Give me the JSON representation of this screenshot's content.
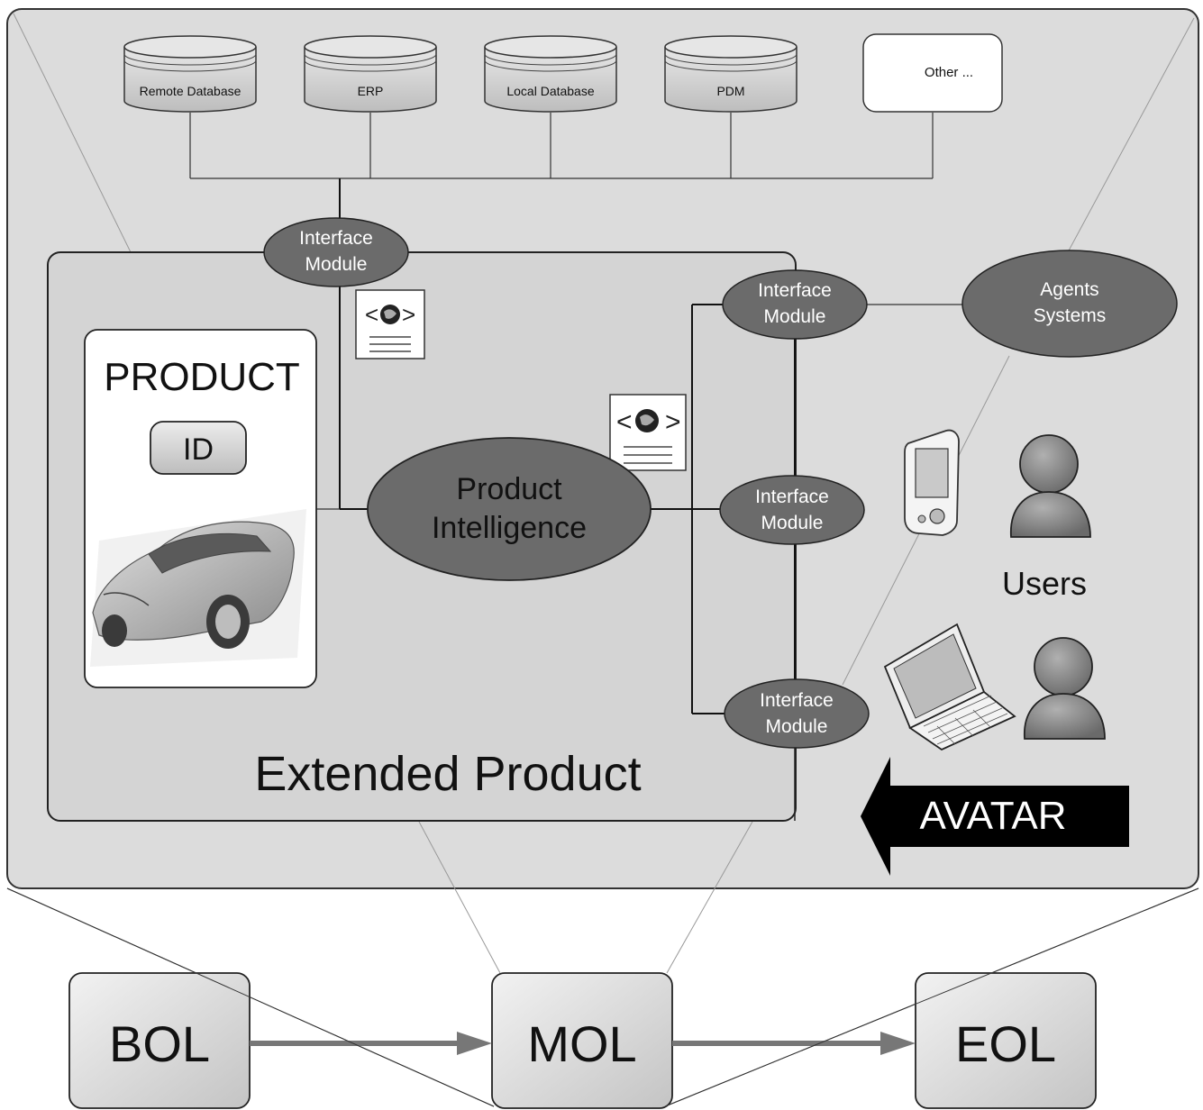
{
  "databases": [
    {
      "label": "Remote Database"
    },
    {
      "label": "ERP"
    },
    {
      "label": "Local Database"
    },
    {
      "label": "PDM"
    }
  ],
  "other_box": {
    "label": "Other ..."
  },
  "interface_module": {
    "line1": "Interface",
    "line2": "Module"
  },
  "agents": {
    "line1": "Agents",
    "line2": "Systems"
  },
  "product_card": {
    "title": "PRODUCT",
    "id_label": "ID"
  },
  "product_intelligence": {
    "line1": "Product",
    "line2": "Intelligence"
  },
  "extended_product": {
    "label": "Extended Product"
  },
  "users": {
    "label": "Users"
  },
  "avatar": {
    "label": "AVATAR"
  },
  "lifecycle": {
    "bol": "BOL",
    "mol": "MOL",
    "eol": "EOL"
  },
  "colors": {
    "panel": "#dcdcdc",
    "inner_panel": "#d4d4d4",
    "ellipse": "#6b6b6b",
    "ellipse_text": "#ffffff",
    "arrow": "#7a7a7a",
    "avatar_bg": "#000000"
  },
  "icons": [
    "database-icon",
    "web-document-icon",
    "car-image",
    "pda-icon",
    "user-icon",
    "laptop-icon"
  ]
}
